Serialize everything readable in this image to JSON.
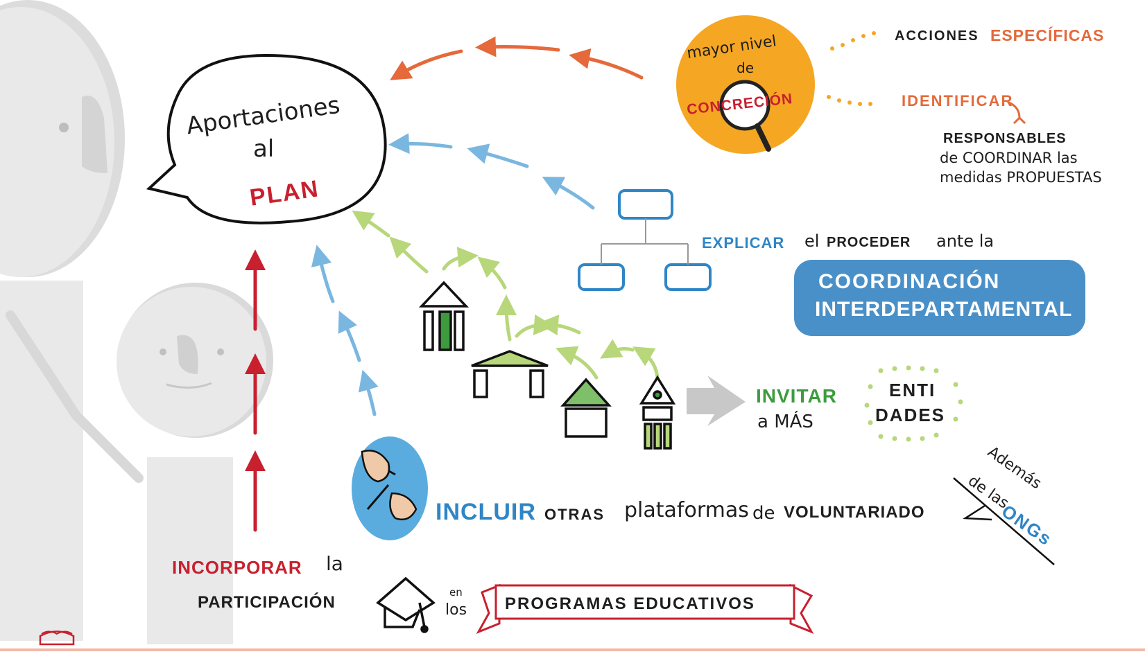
{
  "bubble": {
    "line1": "Aportaciones",
    "line2": "al",
    "line3": "PLAN"
  },
  "concrecion": {
    "line1": "mayor nivel",
    "line2": "de",
    "line3": "CONCRECIÓN"
  },
  "acciones": {
    "word1": "ACCIONES",
    "word2": "ESPECÍFICAS"
  },
  "identificar": {
    "verb": "IDENTIFICAR",
    "line1": "RESPONSABLES",
    "line2": "de COORDINAR las",
    "line3": "medidas PROPUESTAS"
  },
  "explicar": {
    "verb": "EXPLICAR",
    "rest1": "el",
    "rest2": "PROCEDER",
    "rest3": "ante la"
  },
  "coordinacion": {
    "line1": "COORDINACIÓN",
    "line2": "INTERDEPARTAMENTAL"
  },
  "invitar": {
    "verb": "INVITAR",
    "line2": "a MÁS",
    "entidades1": "ENTI",
    "entidades2": "DADES"
  },
  "incluir": {
    "verb": "INCLUIR",
    "rest1": "OTRAS",
    "rest2": "plataformas",
    "rest3": "de",
    "rest4": "VOLUNTARIADO"
  },
  "ongs": {
    "line1": "Además",
    "line2": "de las",
    "line3": "ONGs"
  },
  "incorporar": {
    "verb": "INCORPORAR",
    "rest": "la",
    "line2": "PARTICIPACIÓN",
    "en": "en",
    "los": "los",
    "banner": "PROGRAMAS EDUCATIVOS"
  },
  "colors": {
    "orange": "#e5693a",
    "blue": "#7ab7e0",
    "green": "#b7d77a",
    "red": "#c8202f",
    "accent_yellow": "#f5a623",
    "box_blue": "#4a90c8"
  }
}
